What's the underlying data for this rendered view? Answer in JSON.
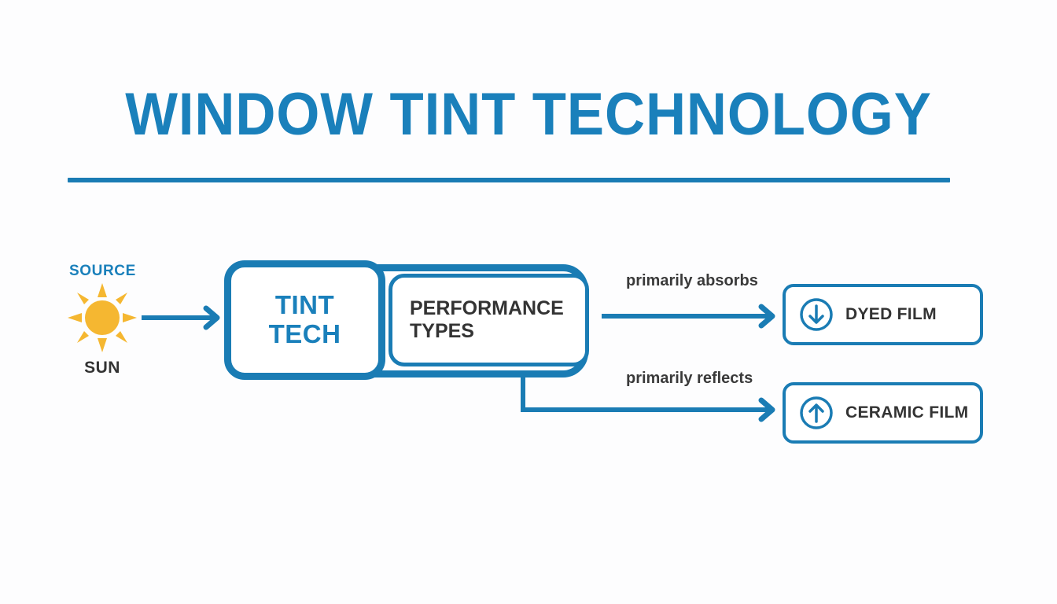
{
  "page": {
    "title": "WINDOW TINT TECHNOLOGY",
    "background_color": "#fdfdfe",
    "accent_color": "#1a7cb4",
    "title_color": "#1a80bb",
    "dark_text_color": "#333333",
    "sun_color": "#f5b731"
  },
  "source": {
    "kicker": "SOURCE",
    "label": "SUN",
    "icon": "sun-icon"
  },
  "hub": {
    "primary": {
      "label": "TINT\nTECH"
    },
    "secondary": {
      "label": "PERFORMANCE\nTYPES"
    }
  },
  "edges": [
    {
      "label": "primarily absorbs"
    },
    {
      "label": "primarily reflects"
    }
  ],
  "outcomes": [
    {
      "label": "DYED FILM",
      "icon": "circle-arrow-down-icon"
    },
    {
      "label": "CERAMIC FILM",
      "icon": "circle-arrow-up-icon"
    }
  ]
}
